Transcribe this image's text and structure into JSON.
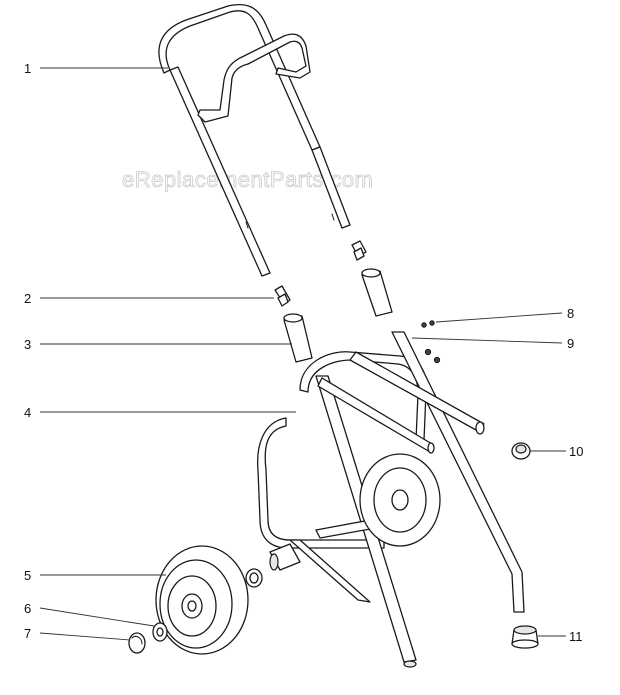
{
  "watermark": "eReplacementParts.com",
  "callouts": [
    {
      "id": "1",
      "label": "1"
    },
    {
      "id": "2",
      "label": "2"
    },
    {
      "id": "3",
      "label": "3"
    },
    {
      "id": "4",
      "label": "4"
    },
    {
      "id": "5",
      "label": "5"
    },
    {
      "id": "6",
      "label": "6"
    },
    {
      "id": "7",
      "label": "7"
    },
    {
      "id": "8",
      "label": "8"
    },
    {
      "id": "9",
      "label": "9"
    },
    {
      "id": "10",
      "label": "10"
    },
    {
      "id": "11",
      "label": "11"
    }
  ],
  "colors": {
    "line": "#1a1a1a",
    "background": "#ffffff",
    "watermark": "#c8c8c8"
  }
}
